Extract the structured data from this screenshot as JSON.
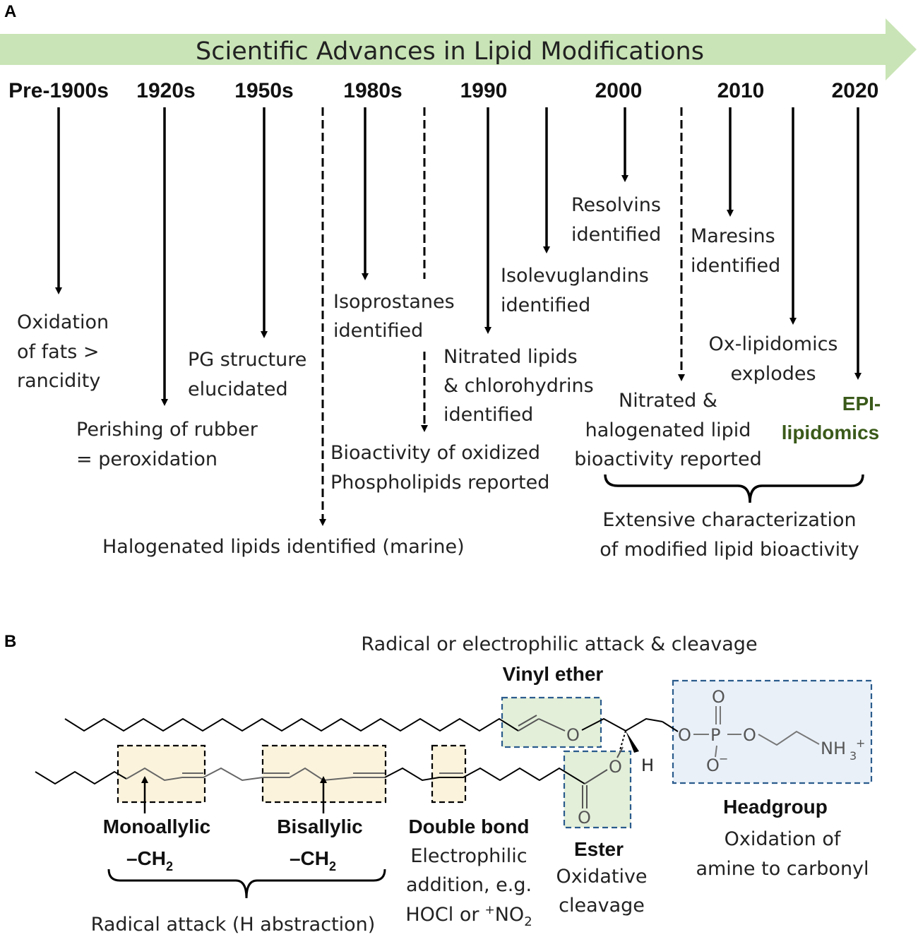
{
  "panel_a": {
    "label": "A",
    "banner": "Scientific Advances in Lipid Modifications",
    "years": [
      "Pre-1900s",
      "1920s",
      "1950s",
      "1980s",
      "1990",
      "2000",
      "2010",
      "2020"
    ],
    "events": {
      "oxidation_fats": [
        "Oxidation",
        "of fats >",
        "rancidity"
      ],
      "perishing_rubber": [
        "Perishing of rubber",
        "= peroxidation"
      ],
      "pg_structure": [
        "PG structure",
        "elucidated"
      ],
      "isoprostanes": [
        "Isoprostanes",
        "identified"
      ],
      "halogenated_marine": [
        "Halogenated lipids identified (marine)"
      ],
      "bioactivity_oxidized": [
        "Bioactivity of oxidized",
        "Phospholipids reported"
      ],
      "nitrated_chlorohydrins": [
        "Nitrated lipids",
        "& chlorohydrins",
        "identified"
      ],
      "isolevuglandins": [
        "Isolevuglandins",
        "identified"
      ],
      "resolvins": [
        "Resolvins",
        "identified"
      ],
      "nitrated_halogenated_bioactivity": [
        "Nitrated &",
        "halogenated lipid",
        "bioactivity reported"
      ],
      "maresins": [
        "Maresins",
        "identified"
      ],
      "ox_lipidomics": [
        "Ox-lipidomics",
        "explodes"
      ],
      "epi_lipidomics": [
        "EPI-",
        "lipidomics"
      ],
      "extensive": [
        "Extensive characterization",
        "of modified lipid bioactivity"
      ]
    }
  },
  "panel_b": {
    "label": "B",
    "header": "Radical or electrophilic attack & cleavage",
    "vinyl_ether": "Vinyl ether",
    "monoallylic": "Monoallylic",
    "bisallylic": "Bisallylic",
    "ch2": "–CH",
    "ch2_sub": "2",
    "double_bond": "Double bond",
    "double_bond_desc": [
      "Electrophilic",
      "addition, e.g.",
      "HOCl or"
    ],
    "no2_sup": "+",
    "no2": "NO",
    "no2_sub": "2",
    "ester": "Ester",
    "ester_desc": [
      "Oxidative",
      "cleavage"
    ],
    "headgroup": "Headgroup",
    "headgroup_desc": [
      "Oxidation of",
      "amine to carbonyl"
    ],
    "radical_attack": "Radical attack (H abstraction)",
    "atoms": {
      "O": "O",
      "P": "P",
      "H": "H",
      "NH3": "NH",
      "NH3_sub": "3",
      "NH3_sup": "+",
      "O_minus": "O",
      "minus": "−"
    }
  },
  "colors": {
    "banner": "#c9e4b6",
    "yellow_box": "#fbf3dc",
    "green_box": "#e3efd9",
    "blue_box": "#e9f0f8",
    "dash_border": "#2a5b8c",
    "epi_green": "#3a5a1a"
  }
}
